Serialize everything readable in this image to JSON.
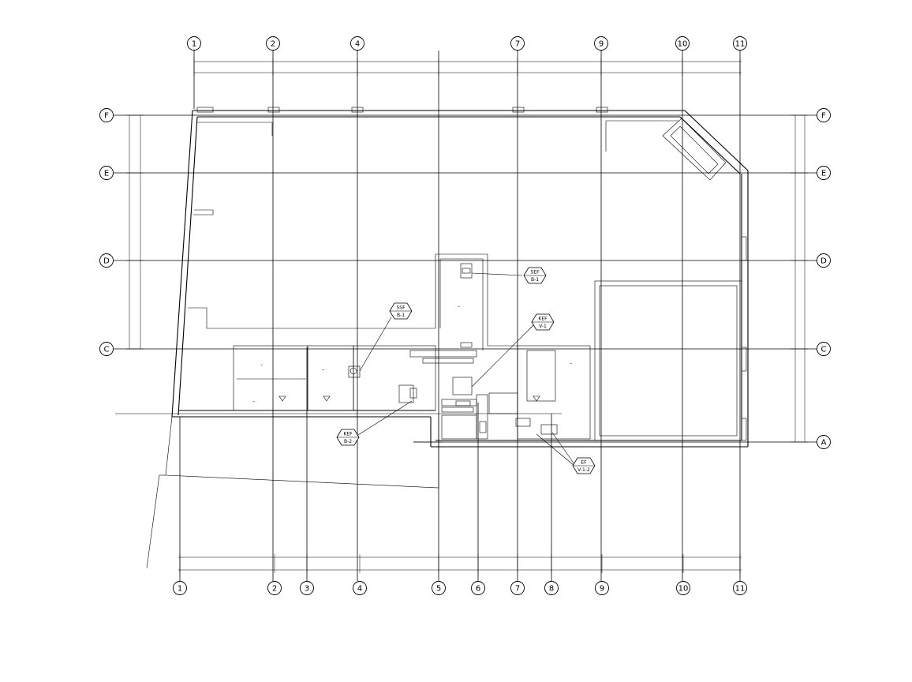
{
  "grid": {
    "top_labels": [
      "1",
      "2",
      "4",
      "7",
      "9",
      "10",
      "11"
    ],
    "bottom_labels": [
      "1",
      "2",
      "3",
      "4",
      "5",
      "6",
      "7",
      "8",
      "9",
      "10",
      "11"
    ],
    "left_labels": [
      "F",
      "E",
      "D",
      "C"
    ],
    "right_labels": [
      "F",
      "E",
      "D",
      "C",
      "A"
    ]
  },
  "tags": [
    {
      "type": "SSF",
      "id": "B-1"
    },
    {
      "type": "SEF",
      "id": "B-1"
    },
    {
      "type": "KEF",
      "id": "V-1"
    },
    {
      "type": "KEF",
      "id": "B-2"
    },
    {
      "type": "EF",
      "id": "V-1-2"
    }
  ]
}
